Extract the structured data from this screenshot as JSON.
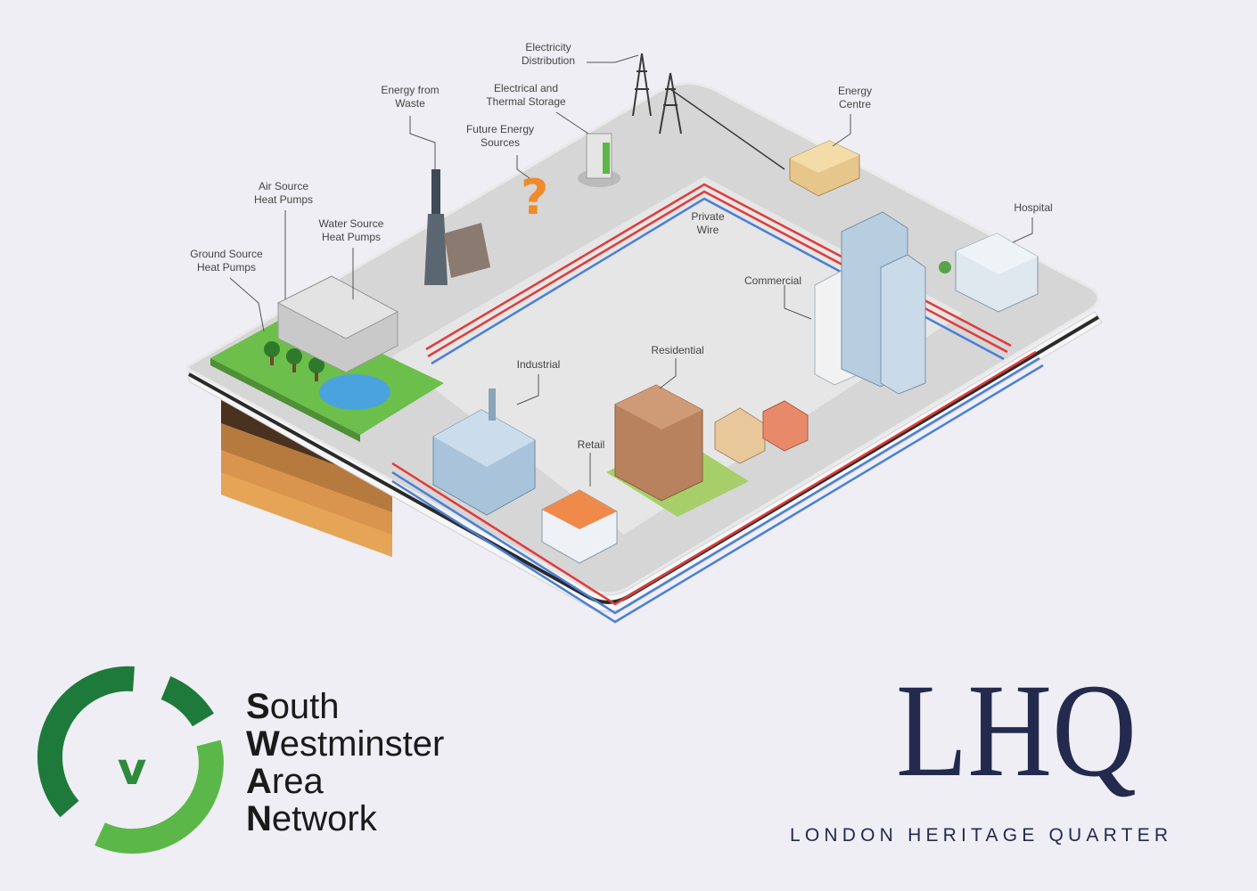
{
  "colors": {
    "background": "#efeef4",
    "platform_top": "#d5d5d5",
    "platform_side": "#f4f4f4",
    "pipe_hot": "#e03a3a",
    "pipe_cold": "#4a7fd4",
    "grass": "#6cbf4a",
    "swan_dark_green": "#1e7a3a",
    "swan_light_green": "#5bb848",
    "lhq_navy": "#232a4e"
  },
  "labels": {
    "electricity_distribution": "Electricity\nDistribution",
    "energy_from_waste": "Energy from\nWaste",
    "electrical_thermal_storage": "Electrical and\nThermal Storage",
    "future_energy_sources": "Future Energy\nSources",
    "energy_centre": "Energy\nCentre",
    "air_source_heat_pumps": "Air Source\nHeat Pumps",
    "water_source_heat_pumps": "Water Source\nHeat Pumps",
    "ground_source_heat_pumps": "Ground Source\nHeat Pumps",
    "private_wire": "Private\nWire",
    "hospital": "Hospital",
    "commercial": "Commercial",
    "industrial": "Industrial",
    "residential": "Residential",
    "retail": "Retail"
  },
  "swan": {
    "logo_letter": "v",
    "line1_initial": "S",
    "line1_rest": "outh",
    "line2_initial": "W",
    "line2_rest": "estminster",
    "line3_initial": "A",
    "line3_rest": "rea",
    "line4_initial": "N",
    "line4_rest": "etwork"
  },
  "lhq": {
    "monogram": "LHQ",
    "tagline": "LONDON HERITAGE QUARTER"
  }
}
